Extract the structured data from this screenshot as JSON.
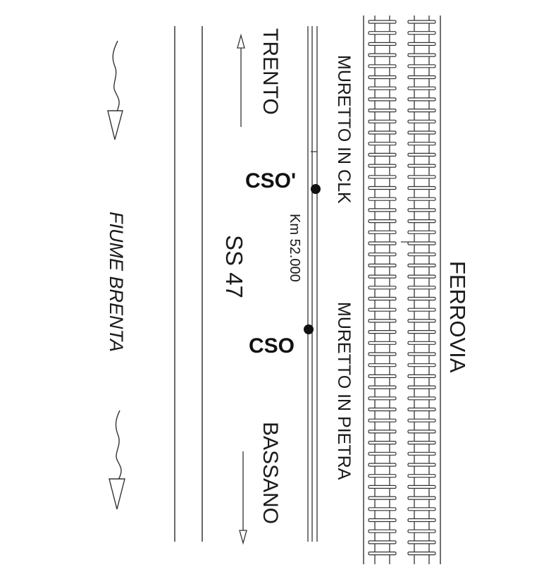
{
  "diagram": {
    "title": "Road section plan SS 47 near Km 52.000",
    "labels": {
      "railway": "FERROVIA",
      "wall_concrete": "MURETTO IN CLK",
      "wall_stone": "MURETTO IN PIETRA",
      "direction_north": "TRENTO",
      "direction_south": "BASSANO",
      "kilometer_marker": "Km 52.000",
      "road_name": "SS 47",
      "river": "FIUME BRENTA",
      "point_cso_prime": "CSO'",
      "point_cso": "CSO"
    },
    "elements": [
      {
        "id": "railway",
        "type": "double-track railway"
      },
      {
        "id": "wall",
        "type": "retaining wall",
        "segments": [
          "MURETTO IN CLK",
          "MURETTO IN PIETRA"
        ]
      },
      {
        "id": "road",
        "type": "state road",
        "name": "SS 47",
        "directions": [
          "TRENTO",
          "BASSANO"
        ]
      },
      {
        "id": "river",
        "type": "river",
        "name": "FIUME BRENTA",
        "flow": "downward"
      },
      {
        "id": "survey-points",
        "points": [
          "CSO'",
          "CSO"
        ]
      }
    ],
    "colors": {
      "line": "#333333",
      "text": "#1a1a1a",
      "background": "#ffffff"
    }
  }
}
